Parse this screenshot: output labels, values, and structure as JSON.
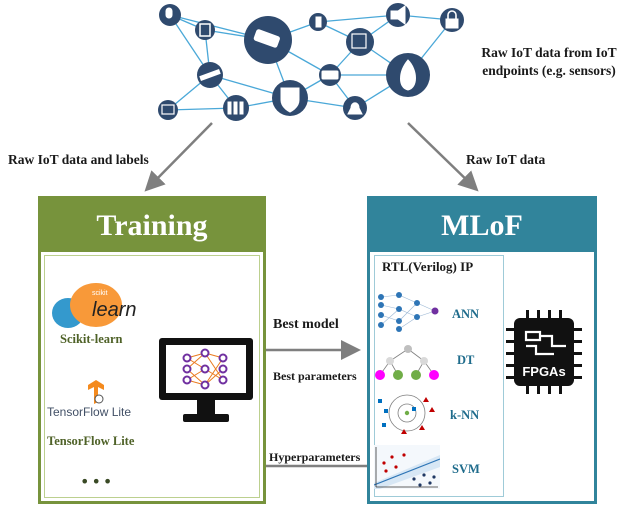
{
  "iot": {
    "caption_line1": "Raw IoT data from IoT",
    "caption_line2": "endpoints (e.g. sensors)",
    "icons": [
      "microphone-icon",
      "door-gate-icon",
      "cctv-camera-icon",
      "key-tag-icon",
      "megaphone-icon",
      "lock-icon",
      "keypad-icon",
      "barrier-gate-icon",
      "fire-icon",
      "truck-icon",
      "shield-icon",
      "id-card-icon",
      "fence-icon",
      "alarm-bell-icon"
    ],
    "node_color": "#2f4a6e",
    "line_color": "#4aa8d8"
  },
  "arrows": {
    "left_label": "Raw IoT data and labels",
    "right_label": "Raw IoT data",
    "best_model": "Best model",
    "best_parameters": "Best parameters",
    "hyperparameters": "Hyperparameters"
  },
  "training": {
    "title": "Training",
    "color": "#77933c",
    "sklearn_logo_word": "learn",
    "sklearn_logo_small": "scikit",
    "sklearn_label": "Scikit-learn",
    "tensorflow_logo": "TensorFlow Lite",
    "tensorflow_label": "TensorFlow Lite",
    "more": "•••"
  },
  "mlof": {
    "title": "MLoF",
    "color": "#31849b",
    "rtl_title": "RTL(Verilog) IP",
    "algorithms": [
      "ANN",
      "DT",
      "k-NN",
      "SVM"
    ],
    "chip_label": "FPGAs"
  }
}
